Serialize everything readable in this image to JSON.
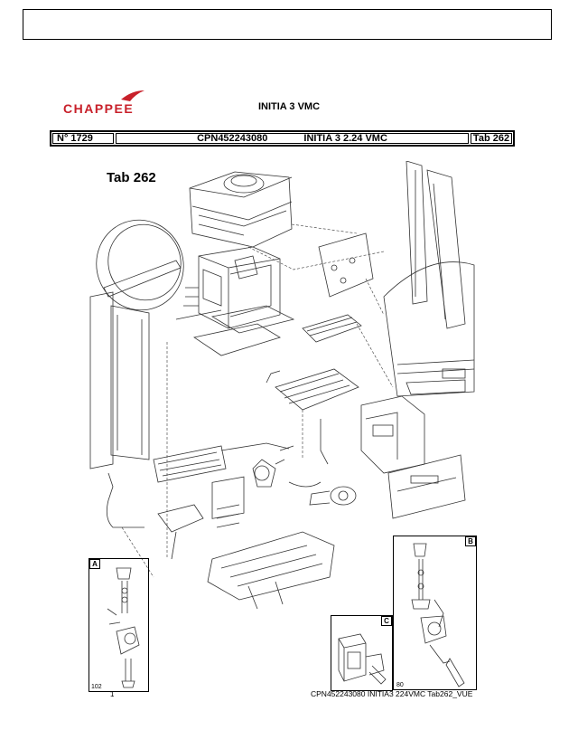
{
  "header": {
    "brand": "CHAPPEE",
    "model": "INITIA 3 VMC",
    "doc_no": "N° 1729",
    "ref_code": "CPN452243080",
    "variant": "INITIA 3 2.24 VMC",
    "tab_ref": "Tab 262"
  },
  "diagram": {
    "title": "Tab 262",
    "inset_a": "A",
    "inset_b": "B",
    "inset_c": "C",
    "inset_a_number": "102",
    "inset_b_number": "80",
    "footer_page": "1",
    "footer_caption": "CPN452243080 INITIA3 224VMC Tab262_VUE"
  },
  "colors": {
    "brand_red": "#c8202a",
    "line": "#333333"
  }
}
